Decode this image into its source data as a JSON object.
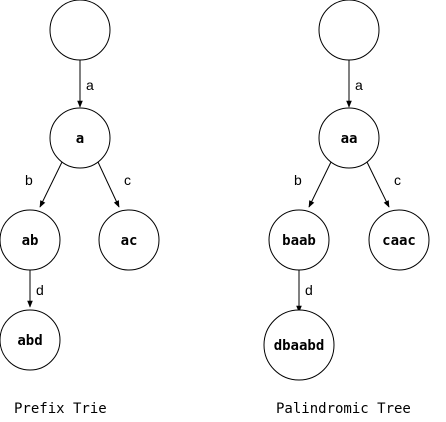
{
  "prefix_trie": {
    "caption": "Prefix Trie",
    "nodes": {
      "root": "",
      "a": "a",
      "ab": "ab",
      "ac": "ac",
      "abd": "abd"
    },
    "edges": {
      "root_a": "a",
      "a_ab": "b",
      "a_ac": "c",
      "ab_abd": "d"
    }
  },
  "palindromic_tree": {
    "caption": "Palindromic Tree",
    "nodes": {
      "root": "",
      "aa": "aa",
      "baab": "baab",
      "caac": "caac",
      "dbaabd": "dbaabd"
    },
    "edges": {
      "root_aa": "a",
      "aa_baab": "b",
      "aa_caac": "c",
      "baab_dbaabd": "d"
    }
  }
}
